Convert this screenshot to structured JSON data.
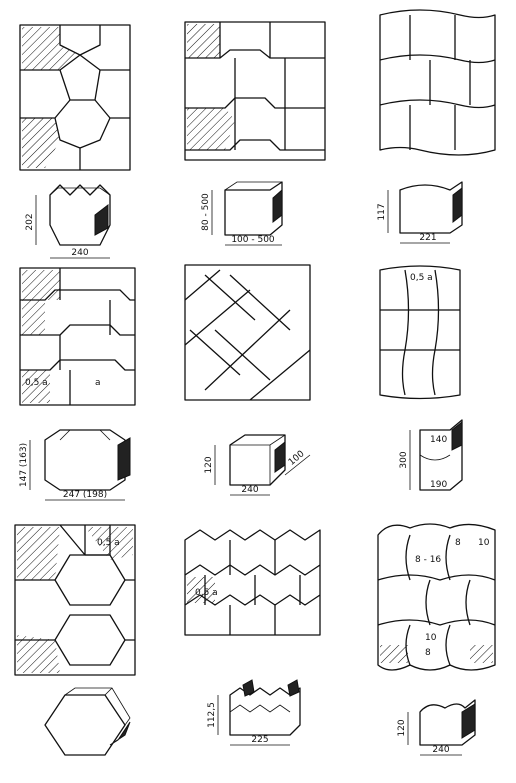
{
  "labels": {
    "r1c1_h": "202",
    "r1c1_w": "240",
    "r1c2_h": "80 - 500",
    "r1c2_w": "100 - 500",
    "r1c3_h": "117",
    "r1c3_w": "221",
    "r2c1_a": "0,5 a",
    "r2c1_b": "a",
    "r2c3_a": "0,5 a",
    "r3c1_h": "147 (163)",
    "r3c1_w": "247 (198)",
    "r3c2_h": "120",
    "r3c2_d": "100",
    "r3c2_w": "240",
    "r3c3_h": "300",
    "r3c3_top": "140",
    "r3c3_bot": "190",
    "r4c1_a": "0,5 a",
    "r4c2_a": "0,5 a",
    "r4c3_a": "8",
    "r4c3_b": "10",
    "r4c3_c": "8 - 16",
    "r4c3_d": "10",
    "r4c3_e": "8",
    "r5c2_h": "112,5",
    "r5c2_w": "225",
    "r5c3_h": "120",
    "r5c3_w": "240"
  },
  "colors": {
    "ink": "#111111",
    "paper": "#ffffff"
  }
}
